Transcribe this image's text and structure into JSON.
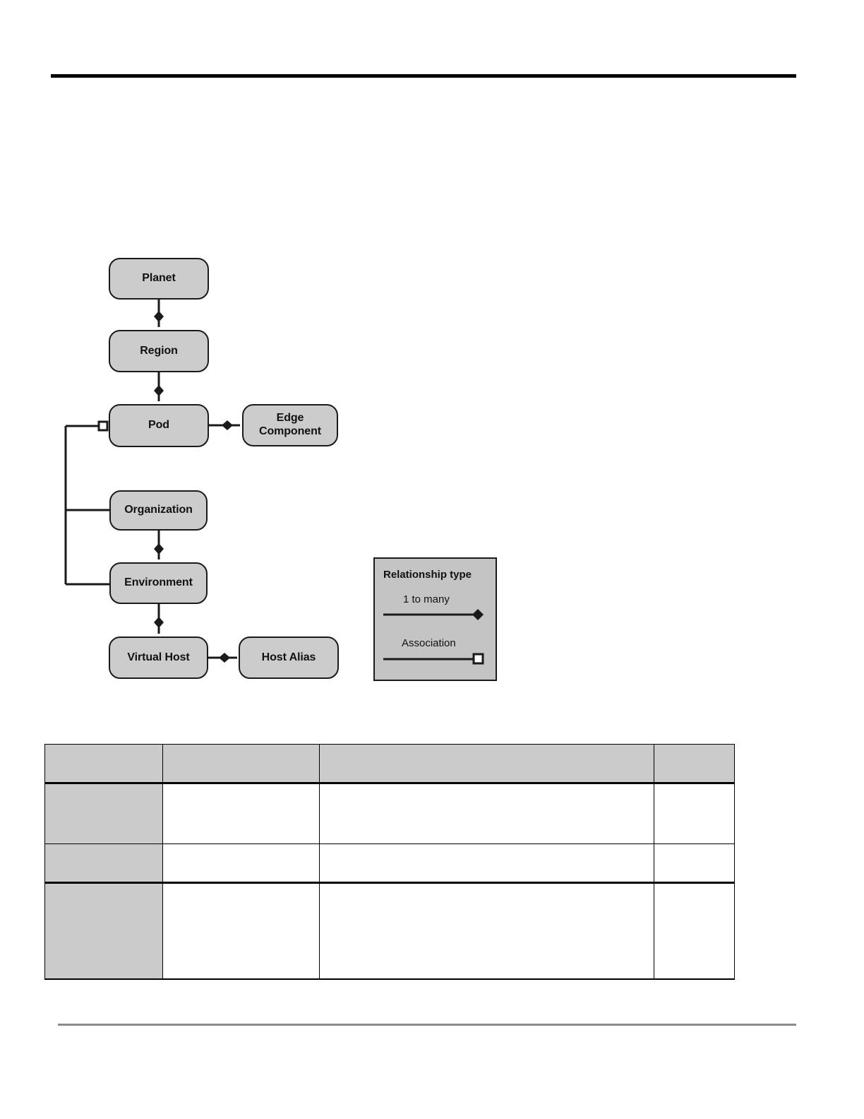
{
  "page": {
    "background": "#ffffff",
    "rule_color_top": "#000000",
    "rule_color_bottom": "#8b8b8b"
  },
  "diagram": {
    "name": "entity-relationship-diagram",
    "node_fill": "#cccccc",
    "node_stroke": "#1a1a1a",
    "nodes": [
      {
        "id": "planet",
        "label": "Planet"
      },
      {
        "id": "region",
        "label": "Region"
      },
      {
        "id": "pod",
        "label": "Pod"
      },
      {
        "id": "edge-component",
        "label": "Edge\nComponent",
        "line1": "Edge",
        "line2": "Component"
      },
      {
        "id": "organization",
        "label": "Organization"
      },
      {
        "id": "environment",
        "label": "Environment"
      },
      {
        "id": "virtual-host",
        "label": "Virtual Host"
      },
      {
        "id": "host-alias",
        "label": "Host Alias"
      }
    ],
    "edges": [
      {
        "from": "planet",
        "to": "region",
        "type": "1 to many"
      },
      {
        "from": "region",
        "to": "pod",
        "type": "1 to many"
      },
      {
        "from": "pod",
        "to": "edge-component",
        "type": "1 to many"
      },
      {
        "from": "organization",
        "to": "environment",
        "type": "1 to many"
      },
      {
        "from": "environment",
        "to": "virtual-host",
        "type": "1 to many"
      },
      {
        "from": "virtual-host",
        "to": "host-alias",
        "type": "1 to many"
      },
      {
        "from": "pod",
        "to": "organization",
        "type": "Association"
      },
      {
        "from": "pod",
        "to": "environment",
        "type": "Association"
      }
    ]
  },
  "legend": {
    "title": "Relationship type",
    "fill": "#c4c4c4",
    "stroke": "#1a1a1a",
    "items": [
      {
        "label": "1 to many",
        "marker": "filled-diamond"
      },
      {
        "label": "Association",
        "marker": "open-square"
      }
    ]
  },
  "table": {
    "header_fill": "#cbcbcb",
    "first_column_fill": "#cbcbcb",
    "columns": [
      {
        "key": "col_a",
        "header": ""
      },
      {
        "key": "col_b",
        "header": ""
      },
      {
        "key": "col_c",
        "header": ""
      },
      {
        "key": "col_d",
        "header": ""
      }
    ],
    "rows": [
      {
        "col_a": "",
        "col_b": "",
        "col_c": "",
        "col_d": ""
      },
      {
        "col_a": "",
        "col_b": "",
        "col_c": "",
        "col_d": ""
      },
      {
        "col_a": "",
        "col_b": "",
        "col_c": "",
        "col_d": ""
      }
    ]
  }
}
